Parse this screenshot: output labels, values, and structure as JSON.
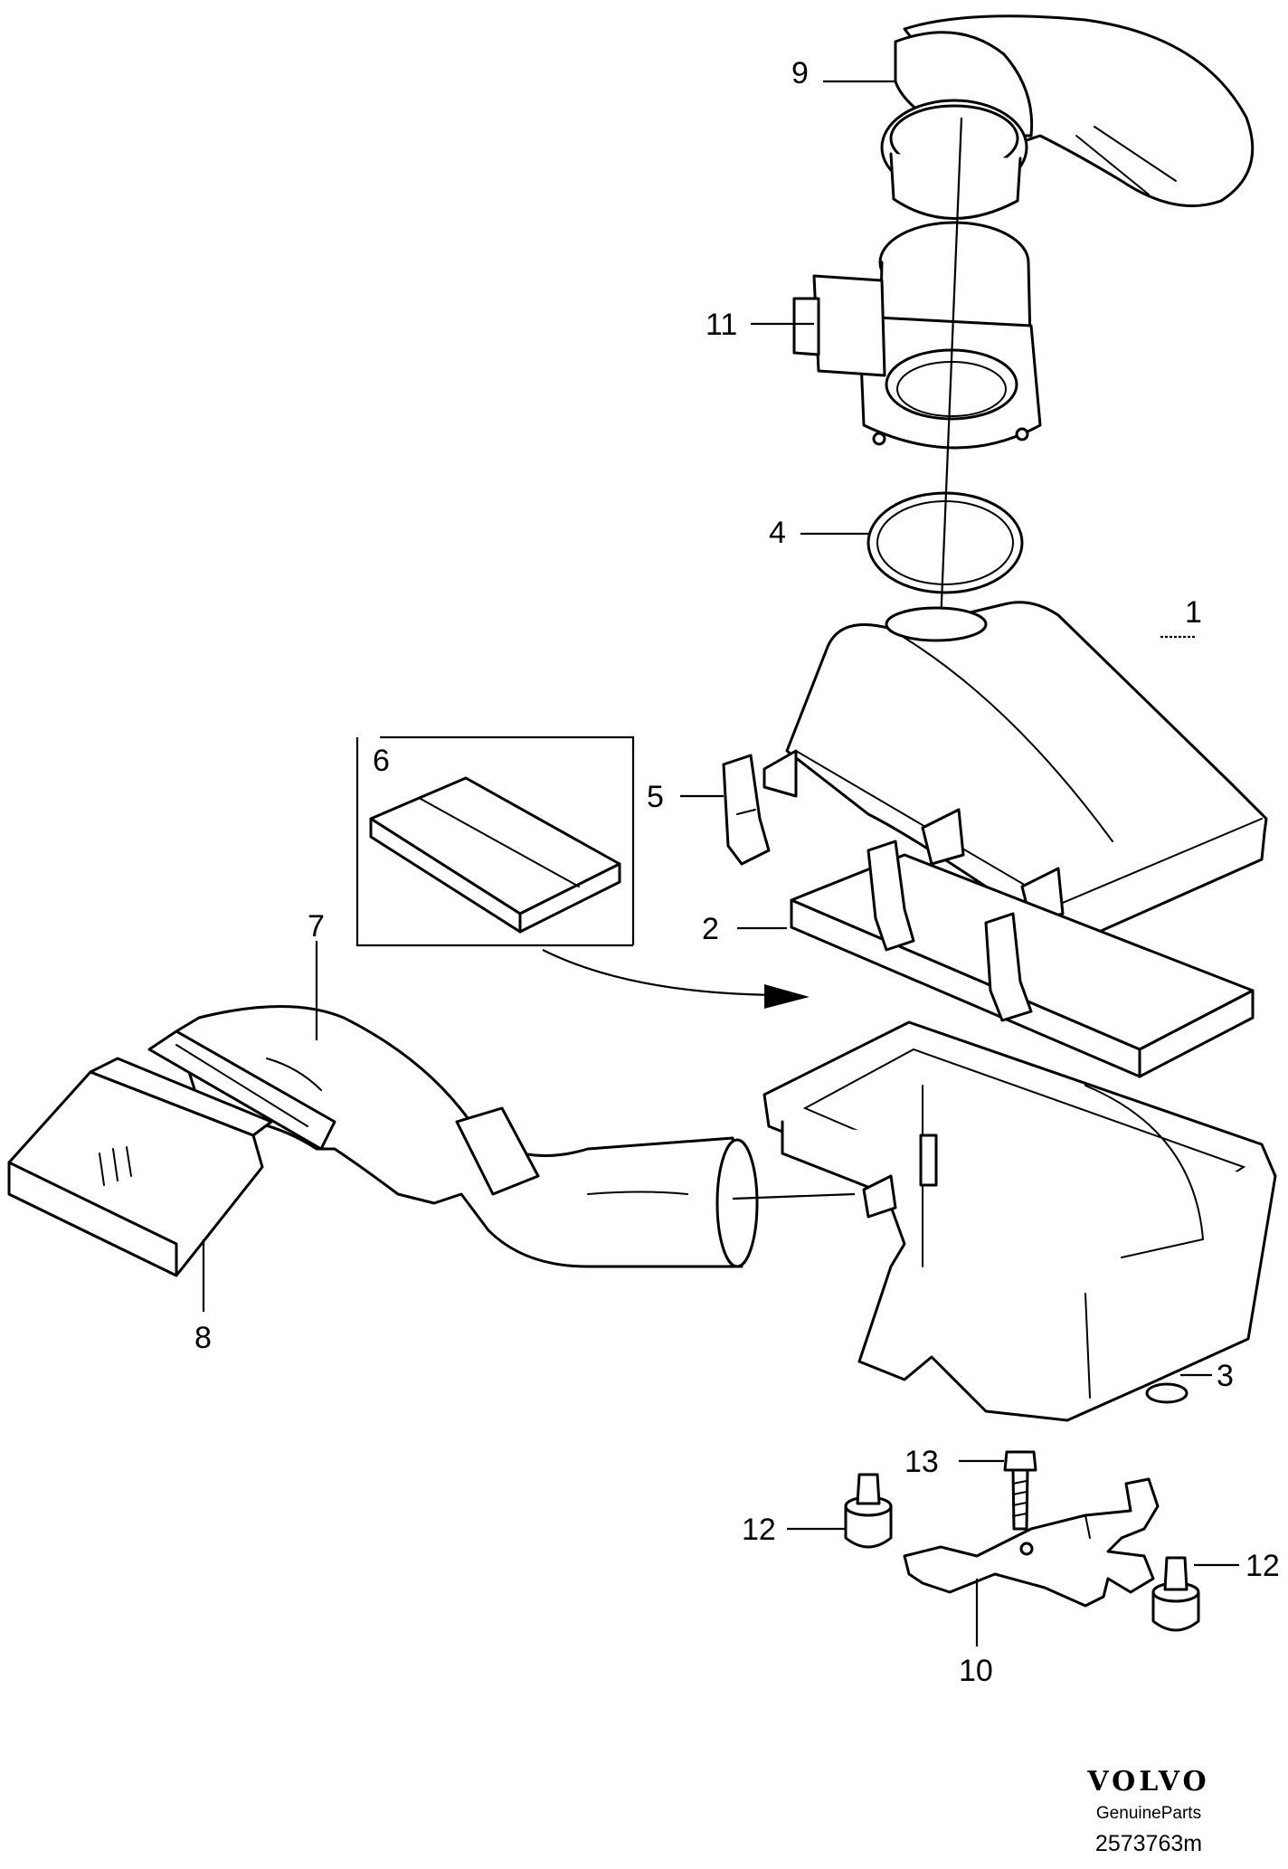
{
  "callouts": {
    "c1": "1",
    "c2": "2",
    "c3": "3",
    "c4": "4",
    "c5": "5",
    "c6": "6",
    "c7": "7",
    "c8": "8",
    "c9": "9",
    "c10": "10",
    "c11": "11",
    "c12a": "12",
    "c12b": "12",
    "c13": "13"
  },
  "footer": {
    "brand": "VOLVO",
    "tagline": "GenuineParts",
    "diagram_id": "2573763m"
  }
}
